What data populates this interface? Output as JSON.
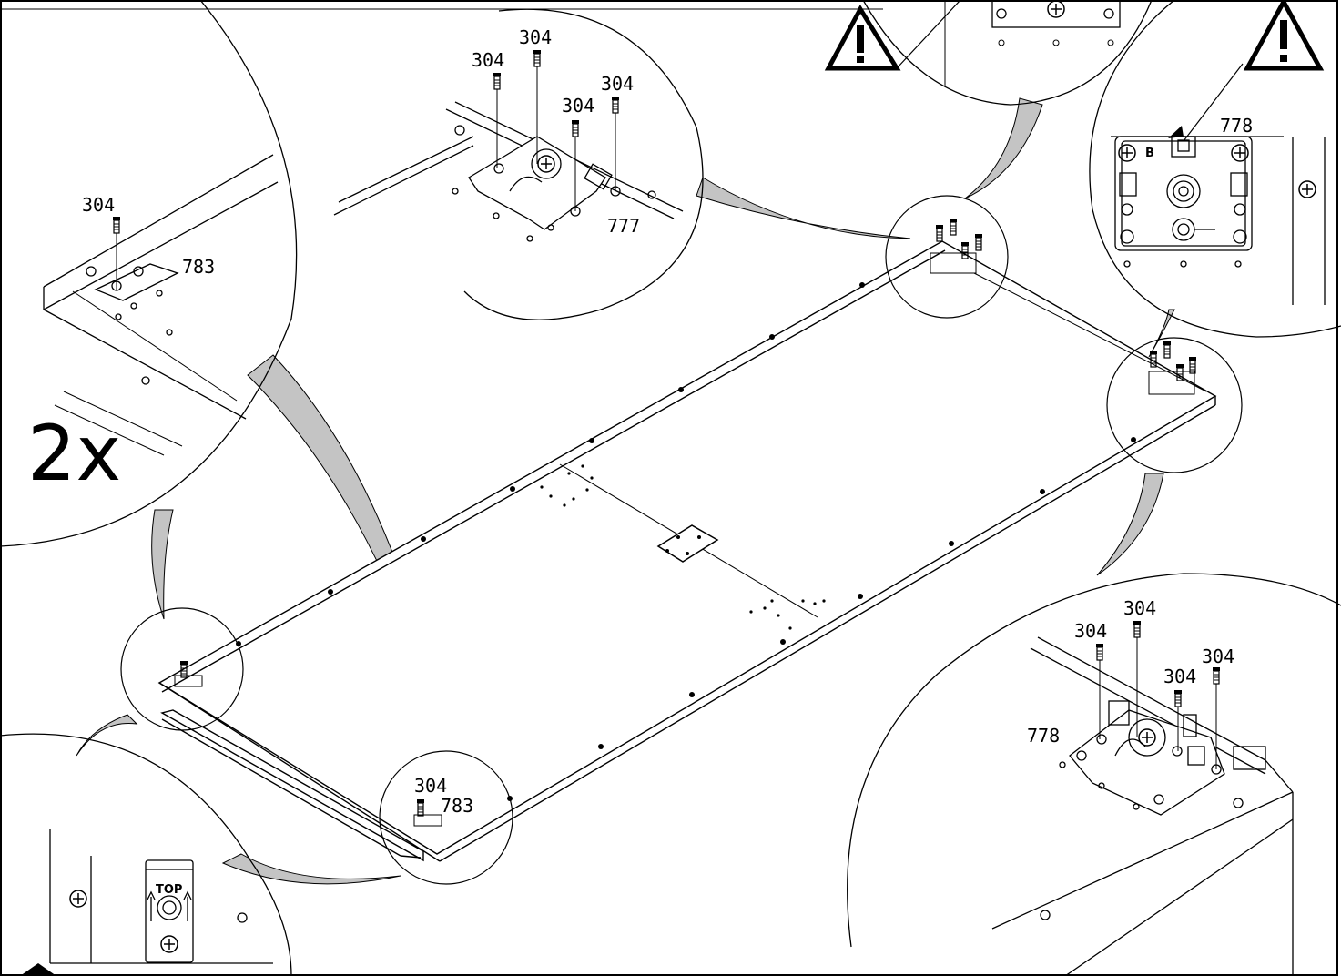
{
  "labels": {
    "multiplier": "2x",
    "part_304": "304",
    "part_783": "783",
    "part_777": "777",
    "part_778": "778",
    "top_marking": "TOP",
    "mark_b": "B"
  },
  "icons": [
    "warning-triangle-icon",
    "screw-icon",
    "detail-callout-circle"
  ],
  "colors": {
    "line": "#000000",
    "callout_tail": "#c0c0c0",
    "background": "#ffffff"
  }
}
